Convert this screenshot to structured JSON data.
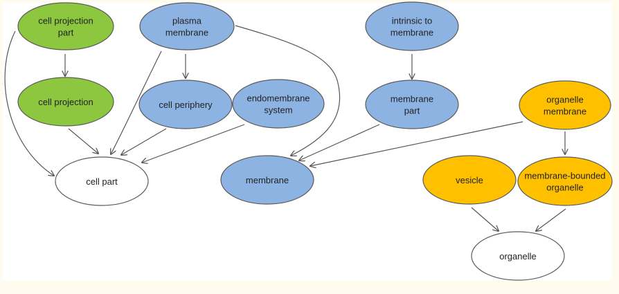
{
  "diagram": {
    "colors": {
      "green": "#8DC63F",
      "blue": "#8DB3E2",
      "orange": "#FFC000",
      "white": "#FFFFFF"
    },
    "nodes": [
      {
        "id": "cell-projection-part",
        "lines": [
          "cell projection",
          "part"
        ],
        "color": "green"
      },
      {
        "id": "plasma-membrane",
        "lines": [
          "plasma",
          "membrane"
        ],
        "color": "blue"
      },
      {
        "id": "intrinsic-to-membrane",
        "lines": [
          "intrinsic to",
          "membrane"
        ],
        "color": "blue"
      },
      {
        "id": "cell-projection",
        "lines": [
          "cell projection"
        ],
        "color": "green"
      },
      {
        "id": "cell-periphery",
        "lines": [
          "cell periphery"
        ],
        "color": "blue"
      },
      {
        "id": "endomembrane-system",
        "lines": [
          "endomembrane",
          "system"
        ],
        "color": "blue"
      },
      {
        "id": "membrane-part",
        "lines": [
          "membrane",
          "part"
        ],
        "color": "blue"
      },
      {
        "id": "organelle-membrane",
        "lines": [
          "organelle",
          "membrane"
        ],
        "color": "orange"
      },
      {
        "id": "cell-part",
        "lines": [
          "cell part"
        ],
        "color": "white"
      },
      {
        "id": "membrane",
        "lines": [
          "membrane"
        ],
        "color": "blue"
      },
      {
        "id": "vesicle",
        "lines": [
          "vesicle"
        ],
        "color": "orange"
      },
      {
        "id": "membrane-bounded-organelle",
        "lines": [
          "membrane-bounded",
          "organelle"
        ],
        "color": "orange"
      },
      {
        "id": "organelle",
        "lines": [
          "organelle"
        ],
        "color": "white"
      }
    ],
    "edges": [
      {
        "from": "cell-projection-part",
        "to": "cell-projection"
      },
      {
        "from": "cell-projection-part",
        "to": "cell-part"
      },
      {
        "from": "plasma-membrane",
        "to": "cell-periphery"
      },
      {
        "from": "plasma-membrane",
        "to": "cell-part"
      },
      {
        "from": "plasma-membrane",
        "to": "membrane"
      },
      {
        "from": "cell-projection",
        "to": "cell-part"
      },
      {
        "from": "cell-periphery",
        "to": "cell-part"
      },
      {
        "from": "endomembrane-system",
        "to": "cell-part"
      },
      {
        "from": "intrinsic-to-membrane",
        "to": "membrane-part"
      },
      {
        "from": "membrane-part",
        "to": "membrane"
      },
      {
        "from": "organelle-membrane",
        "to": "membrane"
      },
      {
        "from": "organelle-membrane",
        "to": "membrane-bounded-organelle"
      },
      {
        "from": "vesicle",
        "to": "organelle"
      },
      {
        "from": "membrane-bounded-organelle",
        "to": "organelle"
      }
    ]
  }
}
